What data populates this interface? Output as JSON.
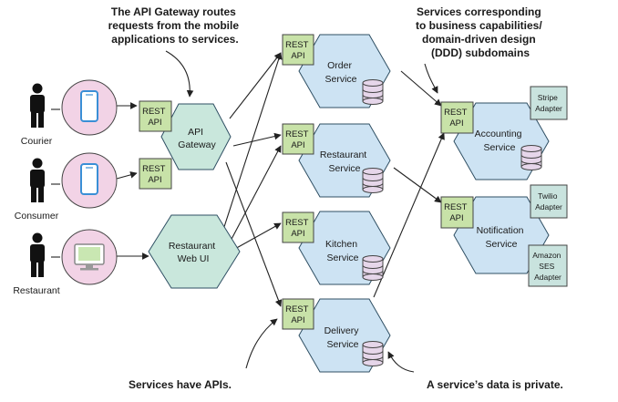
{
  "annotations": {
    "gateway_note": [
      "The API Gateway routes",
      "requests from the mobile",
      "applications to services."
    ],
    "ddd_note": [
      "Services corresponding",
      "to business capabilities/",
      "domain-driven design",
      "(DDD) subdomains"
    ],
    "apis_note": "Services have APIs.",
    "private_note": "A service’s data is private."
  },
  "actors": {
    "courier": "Courier",
    "consumer": "Consumer",
    "restaurant": "Restaurant"
  },
  "rest_api": [
    "REST",
    "API"
  ],
  "gateway": [
    "API",
    "Gateway"
  ],
  "web_ui": [
    "Restaurant",
    "Web UI"
  ],
  "services": {
    "order": [
      "Order",
      "Service"
    ],
    "restaurant": [
      "Restaurant",
      "Service"
    ],
    "kitchen": [
      "Kitchen",
      "Service"
    ],
    "delivery": [
      "Delivery",
      "Service"
    ],
    "accounting": [
      "Accounting",
      "Service"
    ],
    "notification": [
      "Notification",
      "Service"
    ]
  },
  "adapters": {
    "stripe": [
      "Stripe",
      "Adapter"
    ],
    "twilio": [
      "Twilio",
      "Adapter"
    ],
    "ses": [
      "Amazon",
      "SES",
      "Adapter"
    ]
  },
  "colors": {
    "hexagon_fill": "#cde3f3",
    "hexagon_stroke": "#2f4f63",
    "gateway_fill": "#c9e7dc",
    "rest_fill": "#c8e2a8",
    "adapter_fill": "#c9e3de",
    "device_circle": "#f2d3e6",
    "db_fill": "#e6d6ea"
  }
}
